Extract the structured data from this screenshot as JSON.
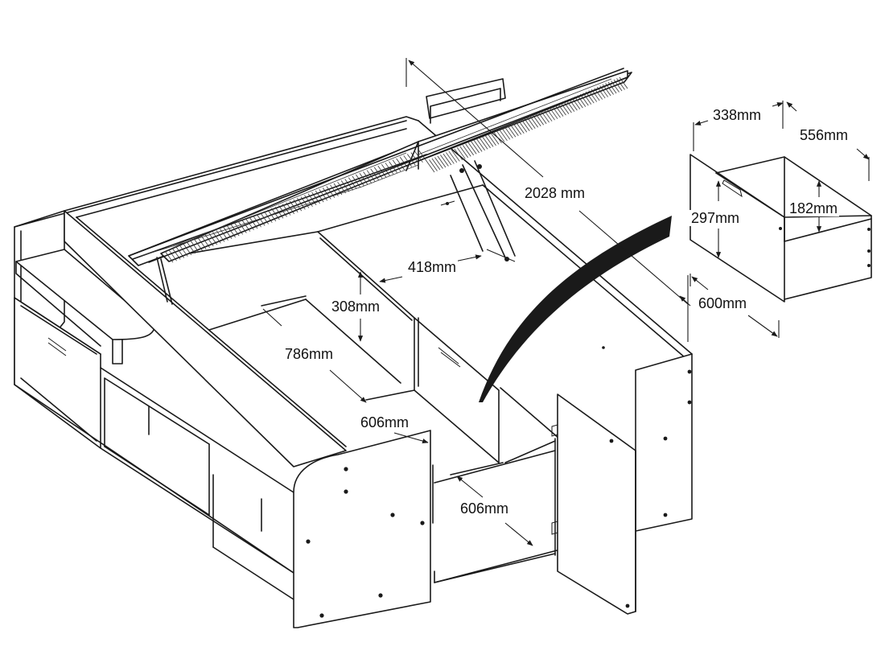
{
  "diagram": {
    "title": "Storage bed with lift-up slatted base and drawer dimensions",
    "dimensions": {
      "bed_length": "2028 mm",
      "drawer_width": "338mm",
      "drawer_depth": "556mm",
      "drawer_height": "297mm",
      "drawer_inner_height": "182mm",
      "drawer_outer_depth": "600mm",
      "storage_width": "418mm",
      "storage_height": "308mm",
      "storage_length": "786mm",
      "compartment_width": "606mm",
      "compartment_depth": "606mm"
    }
  }
}
